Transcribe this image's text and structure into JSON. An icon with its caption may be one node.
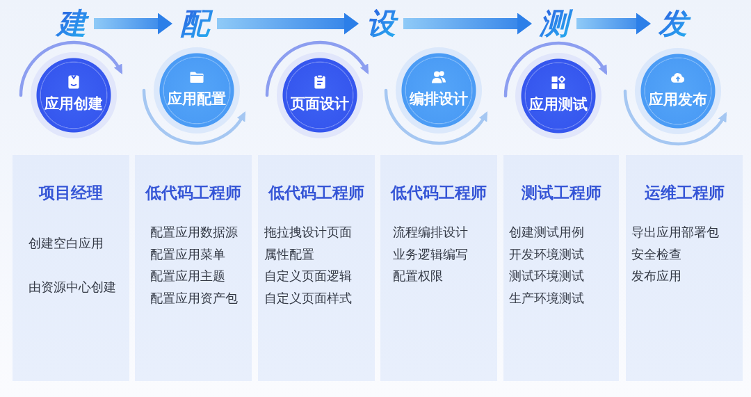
{
  "diagram": {
    "nodes": [
      {
        "text": [
          "建"
        ]
      },
      {
        "text": [
          "配"
        ]
      },
      {
        "text": [
          "设"
        ]
      },
      {
        "text": [
          "测"
        ]
      },
      {
        "text": [
          "发"
        ]
      },
      {
        "text": [
          "应用创建"
        ]
      },
      {
        "text": [
          "应用配置"
        ]
      },
      {
        "text": [
          "页面设计"
        ]
      },
      {
        "text": [
          "编排设计"
        ]
      },
      {
        "text": [
          "应用测试"
        ]
      },
      {
        "text": [
          "应用发布"
        ]
      },
      {
        "text": [
          "项目经理",
          "创建空白应用",
          "由资源中心创建"
        ]
      },
      {
        "text": [
          "低代码工程师",
          "配置应用数据源",
          "配置应用菜单",
          "配置应用主题",
          "配置应用资产包"
        ]
      },
      {
        "text": [
          "低代码工程师",
          "拖拉拽设计页面",
          "属性配置",
          "自定义页面逻辑",
          "自定义页面样式"
        ]
      },
      {
        "text": [
          "低代码工程师",
          "流程编排设计",
          "业务逻辑编写",
          "配置权限"
        ]
      },
      {
        "text": [
          "测试工程师",
          "创建测试用例",
          "开发环境测试",
          "测试环境测试",
          "生产环境测试"
        ]
      },
      {
        "text": [
          "运维工程师",
          "导出应用部署包",
          "安全检查",
          "发布应用"
        ]
      }
    ],
    "edges": [
      {
        "from": 0,
        "to": 1,
        "arrow": "to"
      },
      {
        "from": 1,
        "to": 2,
        "arrow": "to"
      },
      {
        "from": 2,
        "to": 3,
        "arrow": "to"
      },
      {
        "from": 3,
        "to": 4,
        "arrow": "to"
      }
    ]
  }
}
